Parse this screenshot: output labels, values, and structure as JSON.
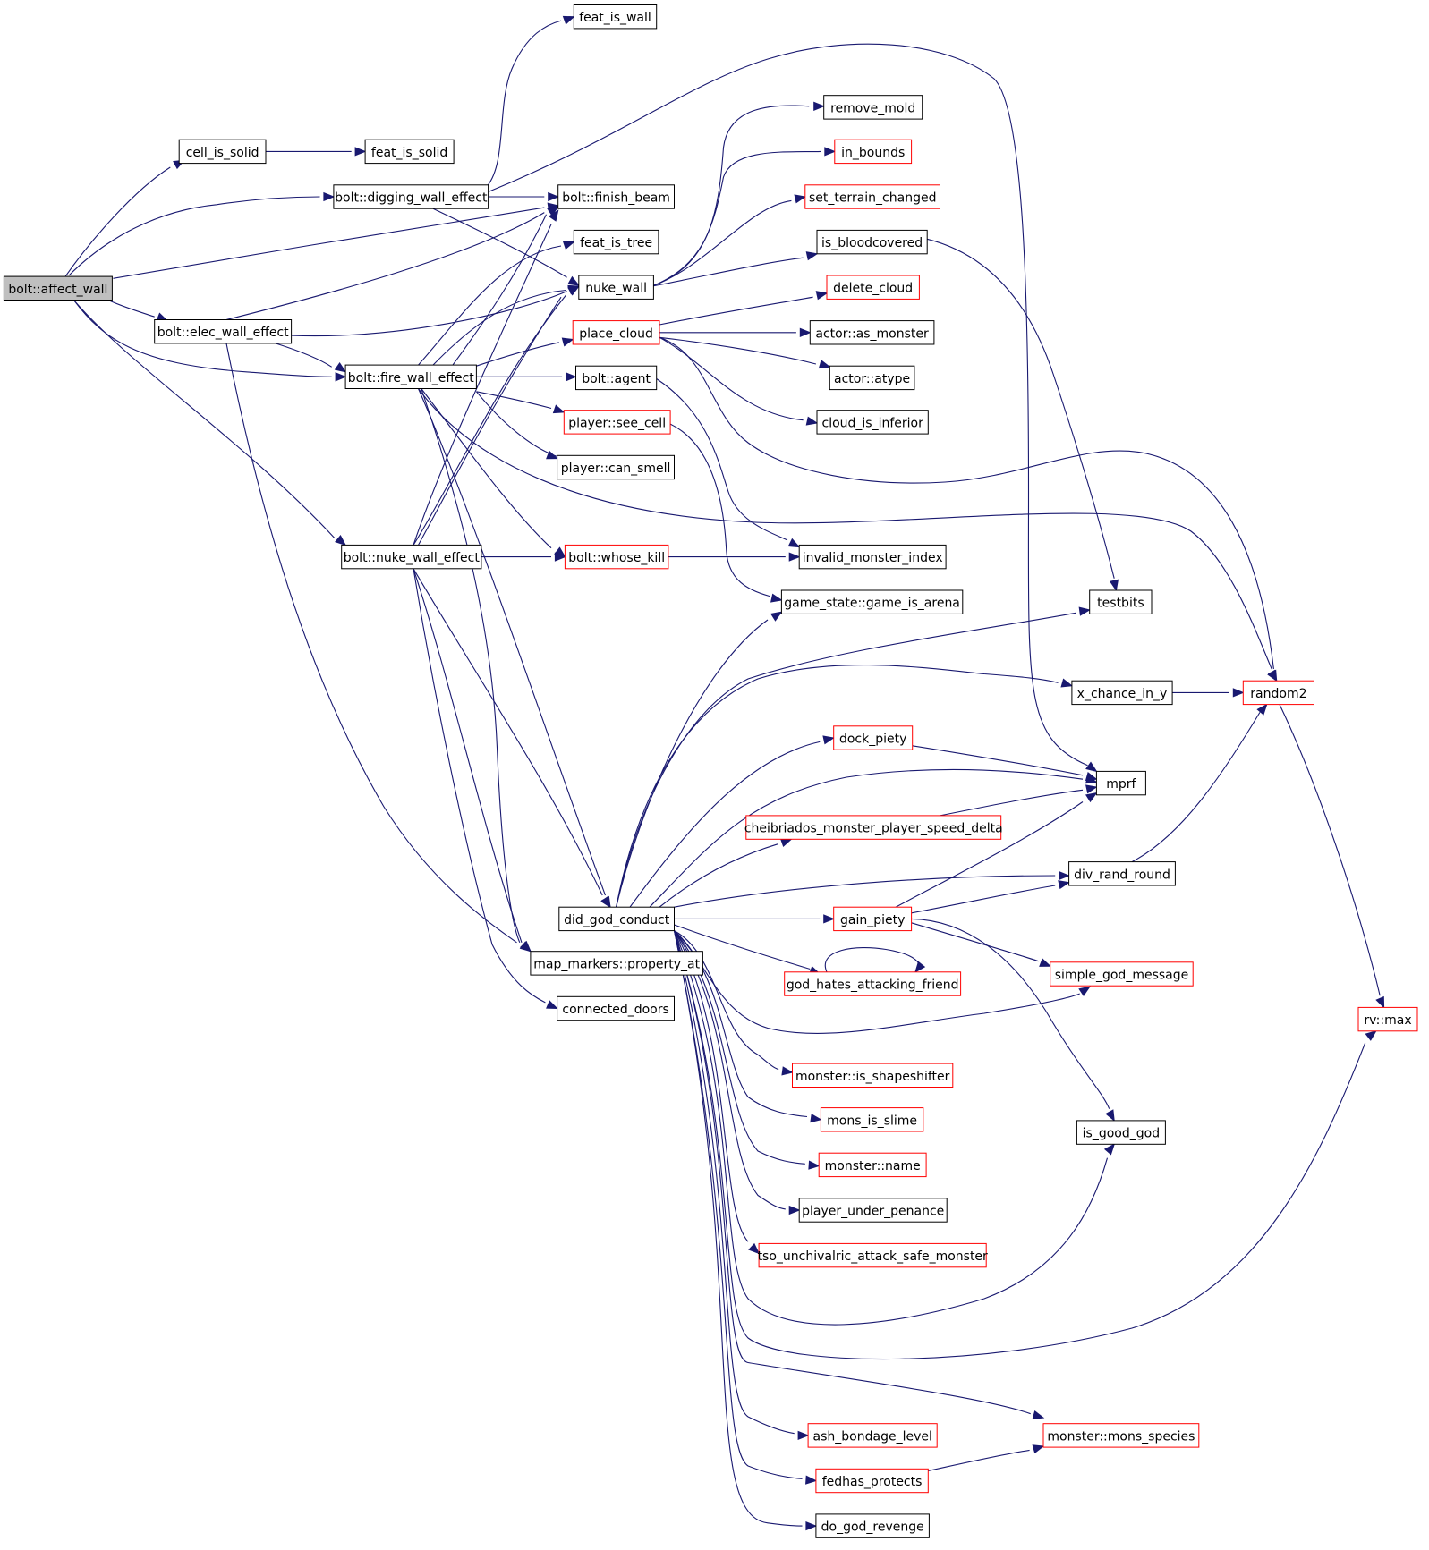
{
  "colors": {
    "edge": "#191970",
    "truncated_border": "#ff0000",
    "normal_border": "#000000",
    "root_fill": "#bfbfbf"
  },
  "nodes": {
    "affect_wall": "bolt::affect_wall",
    "cell_is_solid": "cell_is_solid",
    "feat_is_solid": "feat_is_solid",
    "feat_is_wall": "feat_is_wall",
    "digging_wall_effect": "bolt::digging_wall_effect",
    "finish_beam": "bolt::finish_beam",
    "elec_wall_effect": "bolt::elec_wall_effect",
    "feat_is_tree": "feat_is_tree",
    "nuke_wall": "nuke_wall",
    "fire_wall_effect": "bolt::fire_wall_effect",
    "place_cloud": "place_cloud",
    "agent": "bolt::agent",
    "see_cell": "player::see_cell",
    "can_smell": "player::can_smell",
    "nuke_wall_effect": "bolt::nuke_wall_effect",
    "whose_kill": "bolt::whose_kill",
    "did_god_conduct": "did_god_conduct",
    "property_at": "map_markers::property_at",
    "connected_doors": "connected_doors",
    "remove_mold": "remove_mold",
    "in_bounds": "in_bounds",
    "set_terrain_changed": "set_terrain_changed",
    "is_bloodcovered": "is_bloodcovered",
    "delete_cloud": "delete_cloud",
    "as_monster": "actor::as_monster",
    "atype": "actor::atype",
    "cloud_is_inferior": "cloud_is_inferior",
    "invalid_monster_index": "invalid_monster_index",
    "game_is_arena": "game_state::game_is_arena",
    "dock_piety": "dock_piety",
    "cheibriados": "cheibriados_monster_player_speed_delta",
    "gain_piety": "gain_piety",
    "god_hates": "god_hates_attacking_friend",
    "is_shapeshifter": "monster::is_shapeshifter",
    "mons_is_slime": "mons_is_slime",
    "monster_name": "monster::name",
    "player_under_penance": "player_under_penance",
    "tso": "tso_unchivalric_attack_safe_monster",
    "ash_bondage": "ash_bondage_level",
    "fedhas_protects": "fedhas_protects",
    "do_god_revenge": "do_god_revenge",
    "testbits": "testbits",
    "x_chance_in_y": "x_chance_in_y",
    "mprf": "mprf",
    "div_rand_round": "div_rand_round",
    "simple_god_message": "simple_god_message",
    "is_good_god": "is_good_god",
    "mons_species": "monster::mons_species",
    "random2": "random2",
    "rv_max": "rv::max"
  }
}
